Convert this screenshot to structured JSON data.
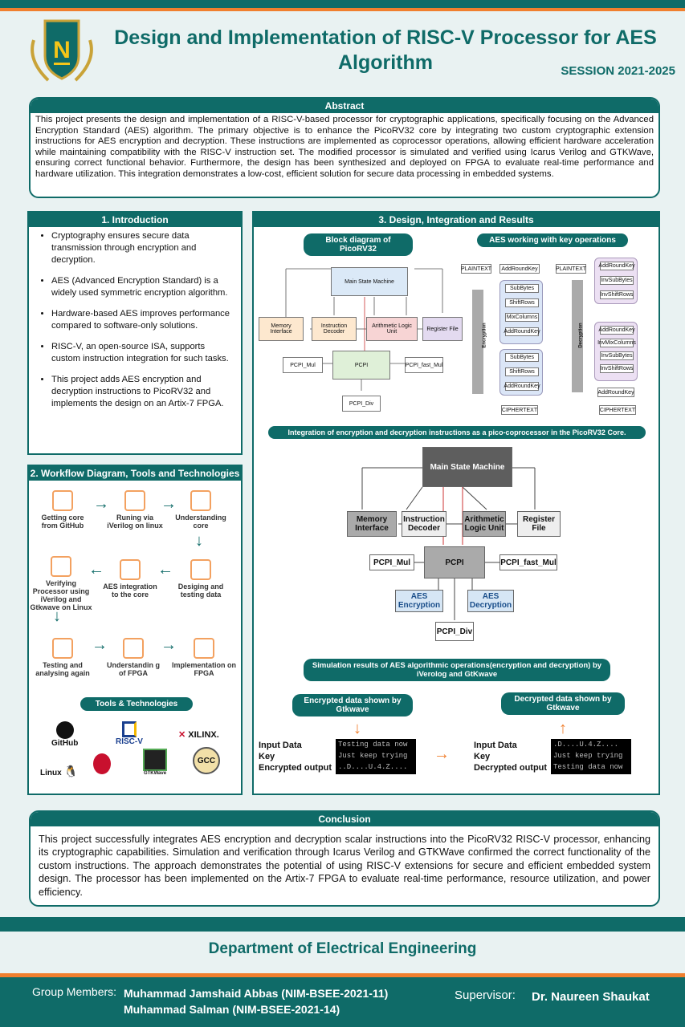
{
  "logo_letter": "N",
  "title": "Design and Implementation of RISC-V Processor for AES Algorithm",
  "session": "SESSION 2021-2025",
  "abstract": {
    "heading": "Abstract",
    "text": "This project presents the design and implementation of a RISC-V-based processor for cryptographic applications, specifically focusing on the Advanced Encryption Standard (AES) algorithm. The primary objective is to enhance the PicoRV32 core by integrating two custom cryptographic extension instructions for AES encryption and decryption. These instructions are implemented as coprocessor operations, allowing efficient hardware acceleration while maintaining compatibility with the RISC-V instruction set. The modified processor is simulated and verified using Icarus Verilog and GTKWave, ensuring correct functional behavior. Furthermore, the design has been synthesized and deployed on FPGA to evaluate real-time performance and hardware utilization. This integration demonstrates a low-cost, efficient solution for secure data processing in embedded systems."
  },
  "intro": {
    "heading": "1. Introduction",
    "items": [
      "Cryptography ensures secure data transmission through encryption and decryption.",
      "AES (Advanced Encryption Standard) is a widely used symmetric encryption algorithm.",
      "Hardware-based AES improves performance compared to software-only solutions.",
      "RISC-V, an open-source ISA, supports custom instruction integration for such tasks.",
      "This project adds AES encryption and decryption instructions to PicoRV32 and implements the design on an Artix-7 FPGA."
    ]
  },
  "workflow": {
    "heading": "2. Workflow Diagram, Tools and Technologies",
    "steps": [
      "Getting core from GitHub",
      "Runing via iVerilog on linux",
      "Understanding core",
      "Desiging and testing data",
      "AES integration to the core",
      "Verifying Processor using iVerilog and Gtkwave on Linux",
      "Testing and analysing again",
      "Understandin g of FPGA",
      "Implementation on FPGA"
    ],
    "tools_heading": "Tools & Technologies",
    "tools": [
      "GitHub",
      "RISC-V",
      "XILINX.",
      "Linux",
      "",
      "GTKWave",
      "GCC"
    ]
  },
  "design": {
    "heading": "3. Design, Integration and Results",
    "block_title": "Block diagram of PicoRV32",
    "aes_title": "AES working with key operations",
    "block": {
      "msm": "Main State Machine",
      "mem": "Memory Interface",
      "dec": "Instruction Decoder",
      "alu": "Arithmetic Logic Unit",
      "reg": "Register File",
      "pcpi": "PCPI",
      "mul": "PCPI_Mul",
      "fast": "PCPI_fast_Mul",
      "div": "PCPI_Div"
    },
    "aes": {
      "plain": "PLAINTEXT",
      "cipher": "CIPHERTEXT",
      "add": "AddRoundKey",
      "sub": "SubBytes",
      "shift": "ShiftRows",
      "mix": "MixColumns",
      "enc": "Encryption",
      "decr": "Decryption",
      "invsub": "InvSubBytes",
      "invshift": "InvShiftRows",
      "invmix": "InvMixColumns"
    },
    "integ_title": "Integration of encryption and decryption instructions as a pico-coprocessor in the PicoRV32 Core.",
    "integ": {
      "msm": "Main State Machine",
      "mem": "Memory Interface",
      "dec": "Instruction Decoder",
      "alu": "Arithmetic Logic Unit",
      "reg": "Register File",
      "pcpi": "PCPI",
      "mul": "PCPI_Mul",
      "fast": "PCPI_fast_Mul",
      "aesenc": "AES Encryption",
      "aesdec": "AES Decryption",
      "div": "PCPI_Div"
    },
    "sim_title": "Simulation results of AES algorithmic operations(encryption and decryption) by iVerolog and GtKwave",
    "enc_title": "Encrypted data shown by Gtkwave",
    "dec_title": "Decrypted data shown by Gtkwave",
    "labels": [
      "Input Data",
      "Key",
      "Encrypted output"
    ],
    "enc_values": [
      "Testing data now",
      "Just keep trying",
      "..D....U.4.Z...."
    ],
    "dec_labels": [
      "Input Data",
      "Key",
      "Decrypted output"
    ],
    "dec_values": [
      ".D....U.4.Z....",
      "Just keep trying",
      "Testing data now"
    ]
  },
  "conclusion": {
    "heading": "Conclusion",
    "text": "This project successfully integrates AES encryption and decryption scalar instructions into the PicoRV32 RISC-V processor, enhancing its cryptographic capabilities. Simulation and verification through Icarus Verilog and GTKWave confirmed the correct functionality of the custom instructions. The approach demonstrates the potential of using RISC-V extensions for secure and efficient embedded system design. The processor has been implemented on the Artix-7 FPGA to evaluate real-time performance, resource utilization, and power efficiency."
  },
  "department": "Department of Electrical Engineering",
  "footer": {
    "group_label": "Group Members:",
    "member1": "Muhammad Jamshaid Abbas (NIM-BSEE-2021-11)",
    "member2": "Muhammad Salman (NIM-BSEE-2021-14)",
    "supervisor_label": "Supervisor:",
    "supervisor": "Dr. Naureen Shaukat"
  },
  "colors": {
    "teal": "#0f6b68",
    "orange": "#f07f2e"
  }
}
